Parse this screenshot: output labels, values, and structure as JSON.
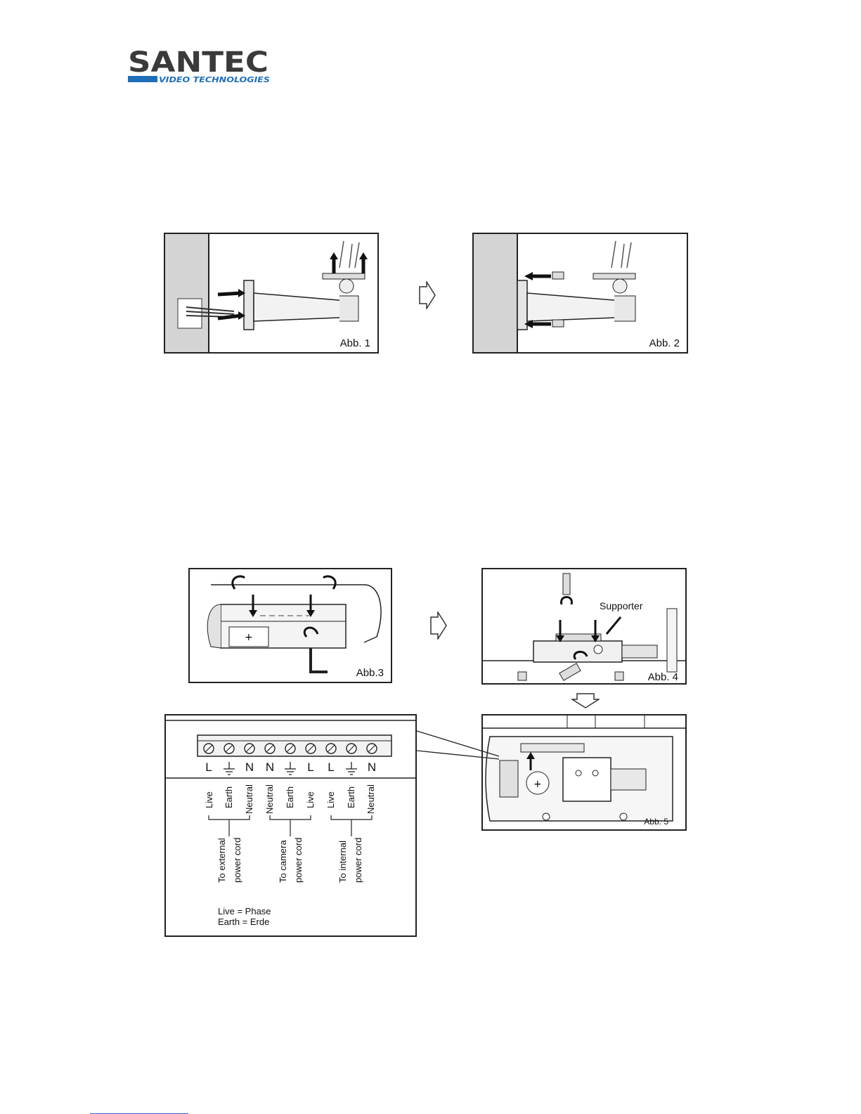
{
  "logo": {
    "brand": "SANTEC",
    "tagline": "VIDEO TECHNOLOGIES",
    "brand_color": "#3a3a3a",
    "accent_color": "#1f6fb8"
  },
  "figures": {
    "abb1": "Abb. 1",
    "abb2": "Abb. 2",
    "abb3": "Abb.3",
    "abb4": "Abb. 4",
    "abb5": "Abb. 5",
    "supporter": "Supporter"
  },
  "terminal": {
    "letters": [
      "L",
      "N",
      "N",
      "L",
      "L",
      "N"
    ],
    "wires": [
      "Live",
      "Earth",
      "Neutral",
      "Neutral",
      "Earth",
      "Live",
      "Live",
      "Earth",
      "Neutral"
    ],
    "groups": [
      {
        "line1": "To external",
        "line2": "power cord"
      },
      {
        "line1": "To camera",
        "line2": "power cord"
      },
      {
        "line1": "To internal",
        "line2": "power cord"
      }
    ],
    "legend": [
      "Live = Phase",
      "Earth = Erde"
    ]
  }
}
